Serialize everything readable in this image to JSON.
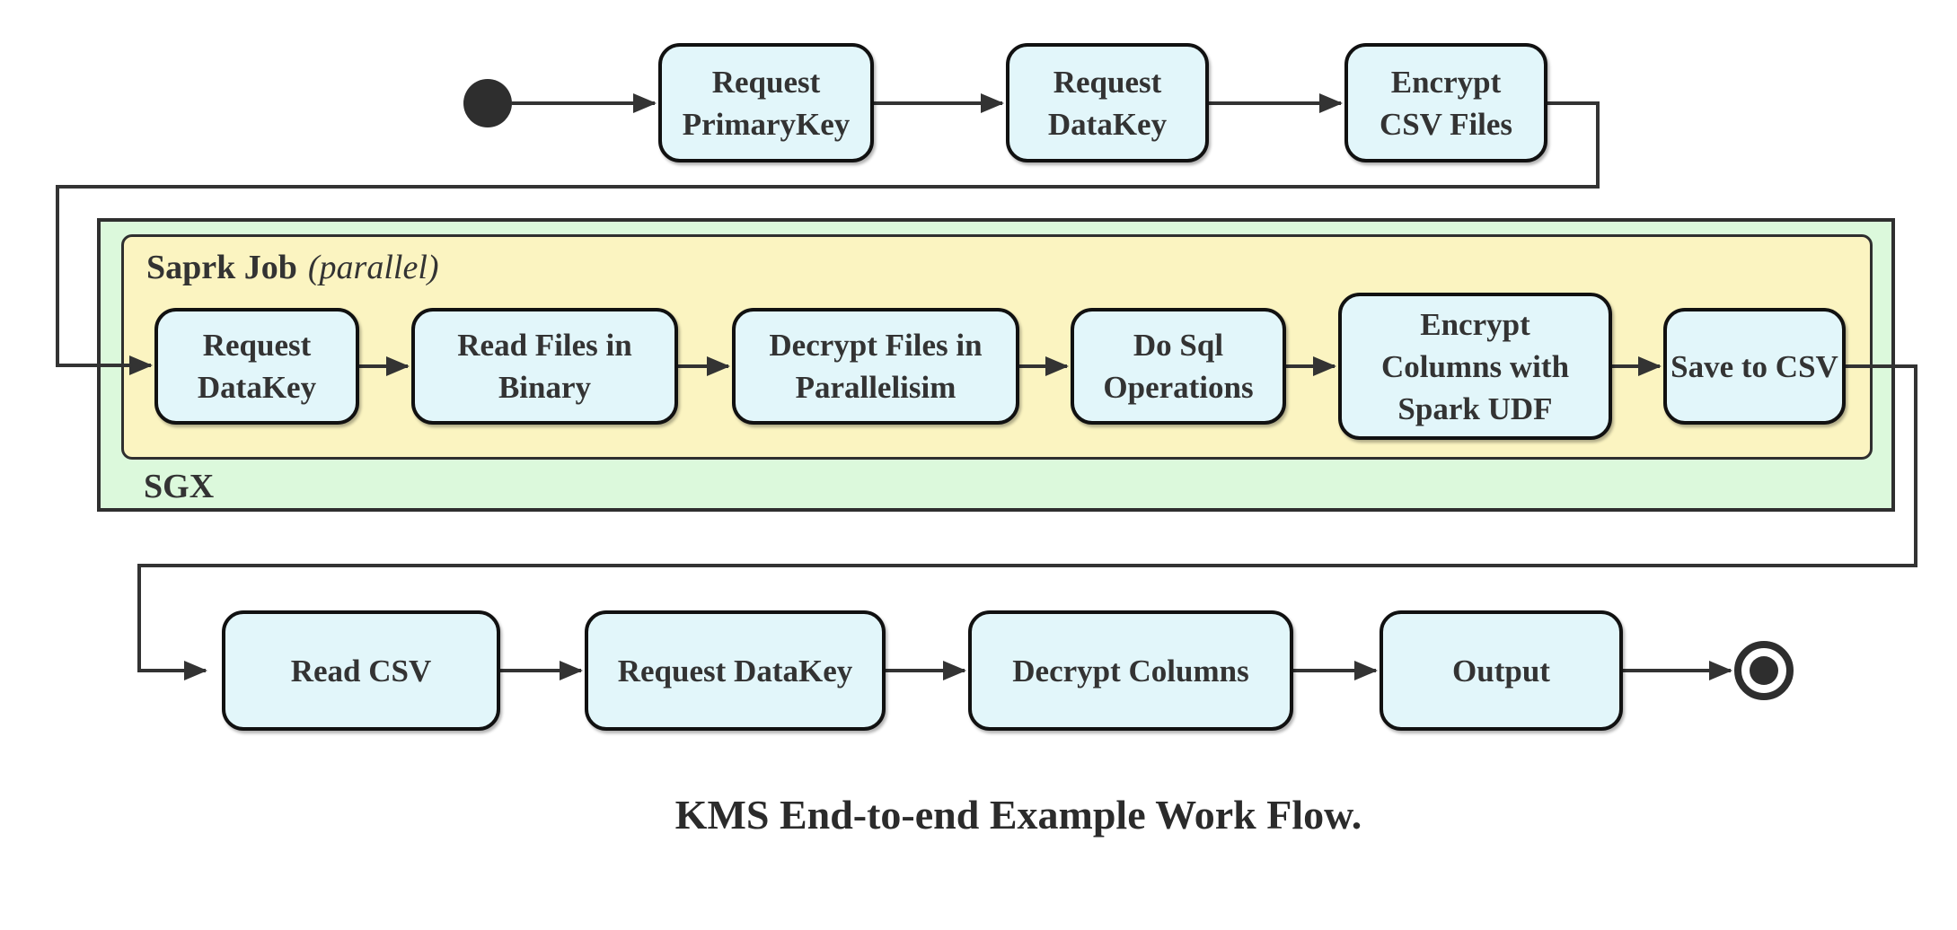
{
  "caption": "KMS End-to-end Example Work Flow.",
  "containers": {
    "sgx": {
      "label": "SGX"
    },
    "spark_job": {
      "label": "Saprk Job",
      "modifier": "(parallel)"
    }
  },
  "nodes": {
    "top": [
      "Request\nPrimaryKey",
      "Request\nDataKey",
      "Encrypt\nCSV Files"
    ],
    "spark": [
      "Request\nDataKey",
      "Read Files in\nBinary",
      "Decrypt Files in\nParallelisim",
      "Do Sql\nOperations",
      "Encrypt\nColumns with\nSpark UDF",
      "Save to CSV"
    ],
    "bottom": [
      "Read CSV",
      "Request DataKey",
      "Decrypt Columns",
      "Output"
    ]
  },
  "colors": {
    "node_fill": "#e2f6fa",
    "node_border": "#111111",
    "sgx_fill": "#dcf9dc",
    "spark_fill": "#fbf4c1",
    "container_border": "#2f2f2f",
    "edge": "#333333",
    "text": "#333333"
  }
}
